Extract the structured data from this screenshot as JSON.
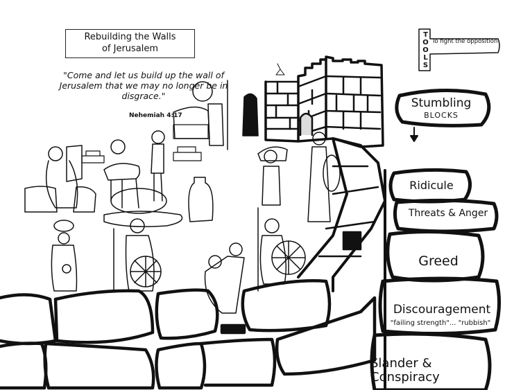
{
  "title": {
    "line1": "Rebuilding the Walls",
    "line2": "of Jerusalem"
  },
  "quote": {
    "text": "\"Come and let us build up the wall of Jerusalem that we may no longer be in disgrace.\"",
    "reference": "Nehemiah 4:17"
  },
  "tools_sign": {
    "vertical": "TOOLS",
    "horizontal": "To fight the opposition"
  },
  "stumbling_blocks": {
    "header_main": "Stumbling",
    "header_sub": "BLOCKS",
    "arrow": "arrow-down-icon",
    "blocks": [
      {
        "label": "Ridicule"
      },
      {
        "label": "Threats & Anger"
      },
      {
        "label": "Greed"
      },
      {
        "label": "Discouragement",
        "sub": "\"failing strength\"... \"rubbish\""
      },
      {
        "label": "Slander & Conspiracy"
      }
    ]
  },
  "scene": {
    "elements": [
      "tower",
      "stone-wall",
      "ramp-wall",
      "workers",
      "soldier-with-shield",
      "scribe",
      "water-jar",
      "brick-piles",
      "woman-carrying-basket",
      "trumpeter-on-tower"
    ]
  }
}
